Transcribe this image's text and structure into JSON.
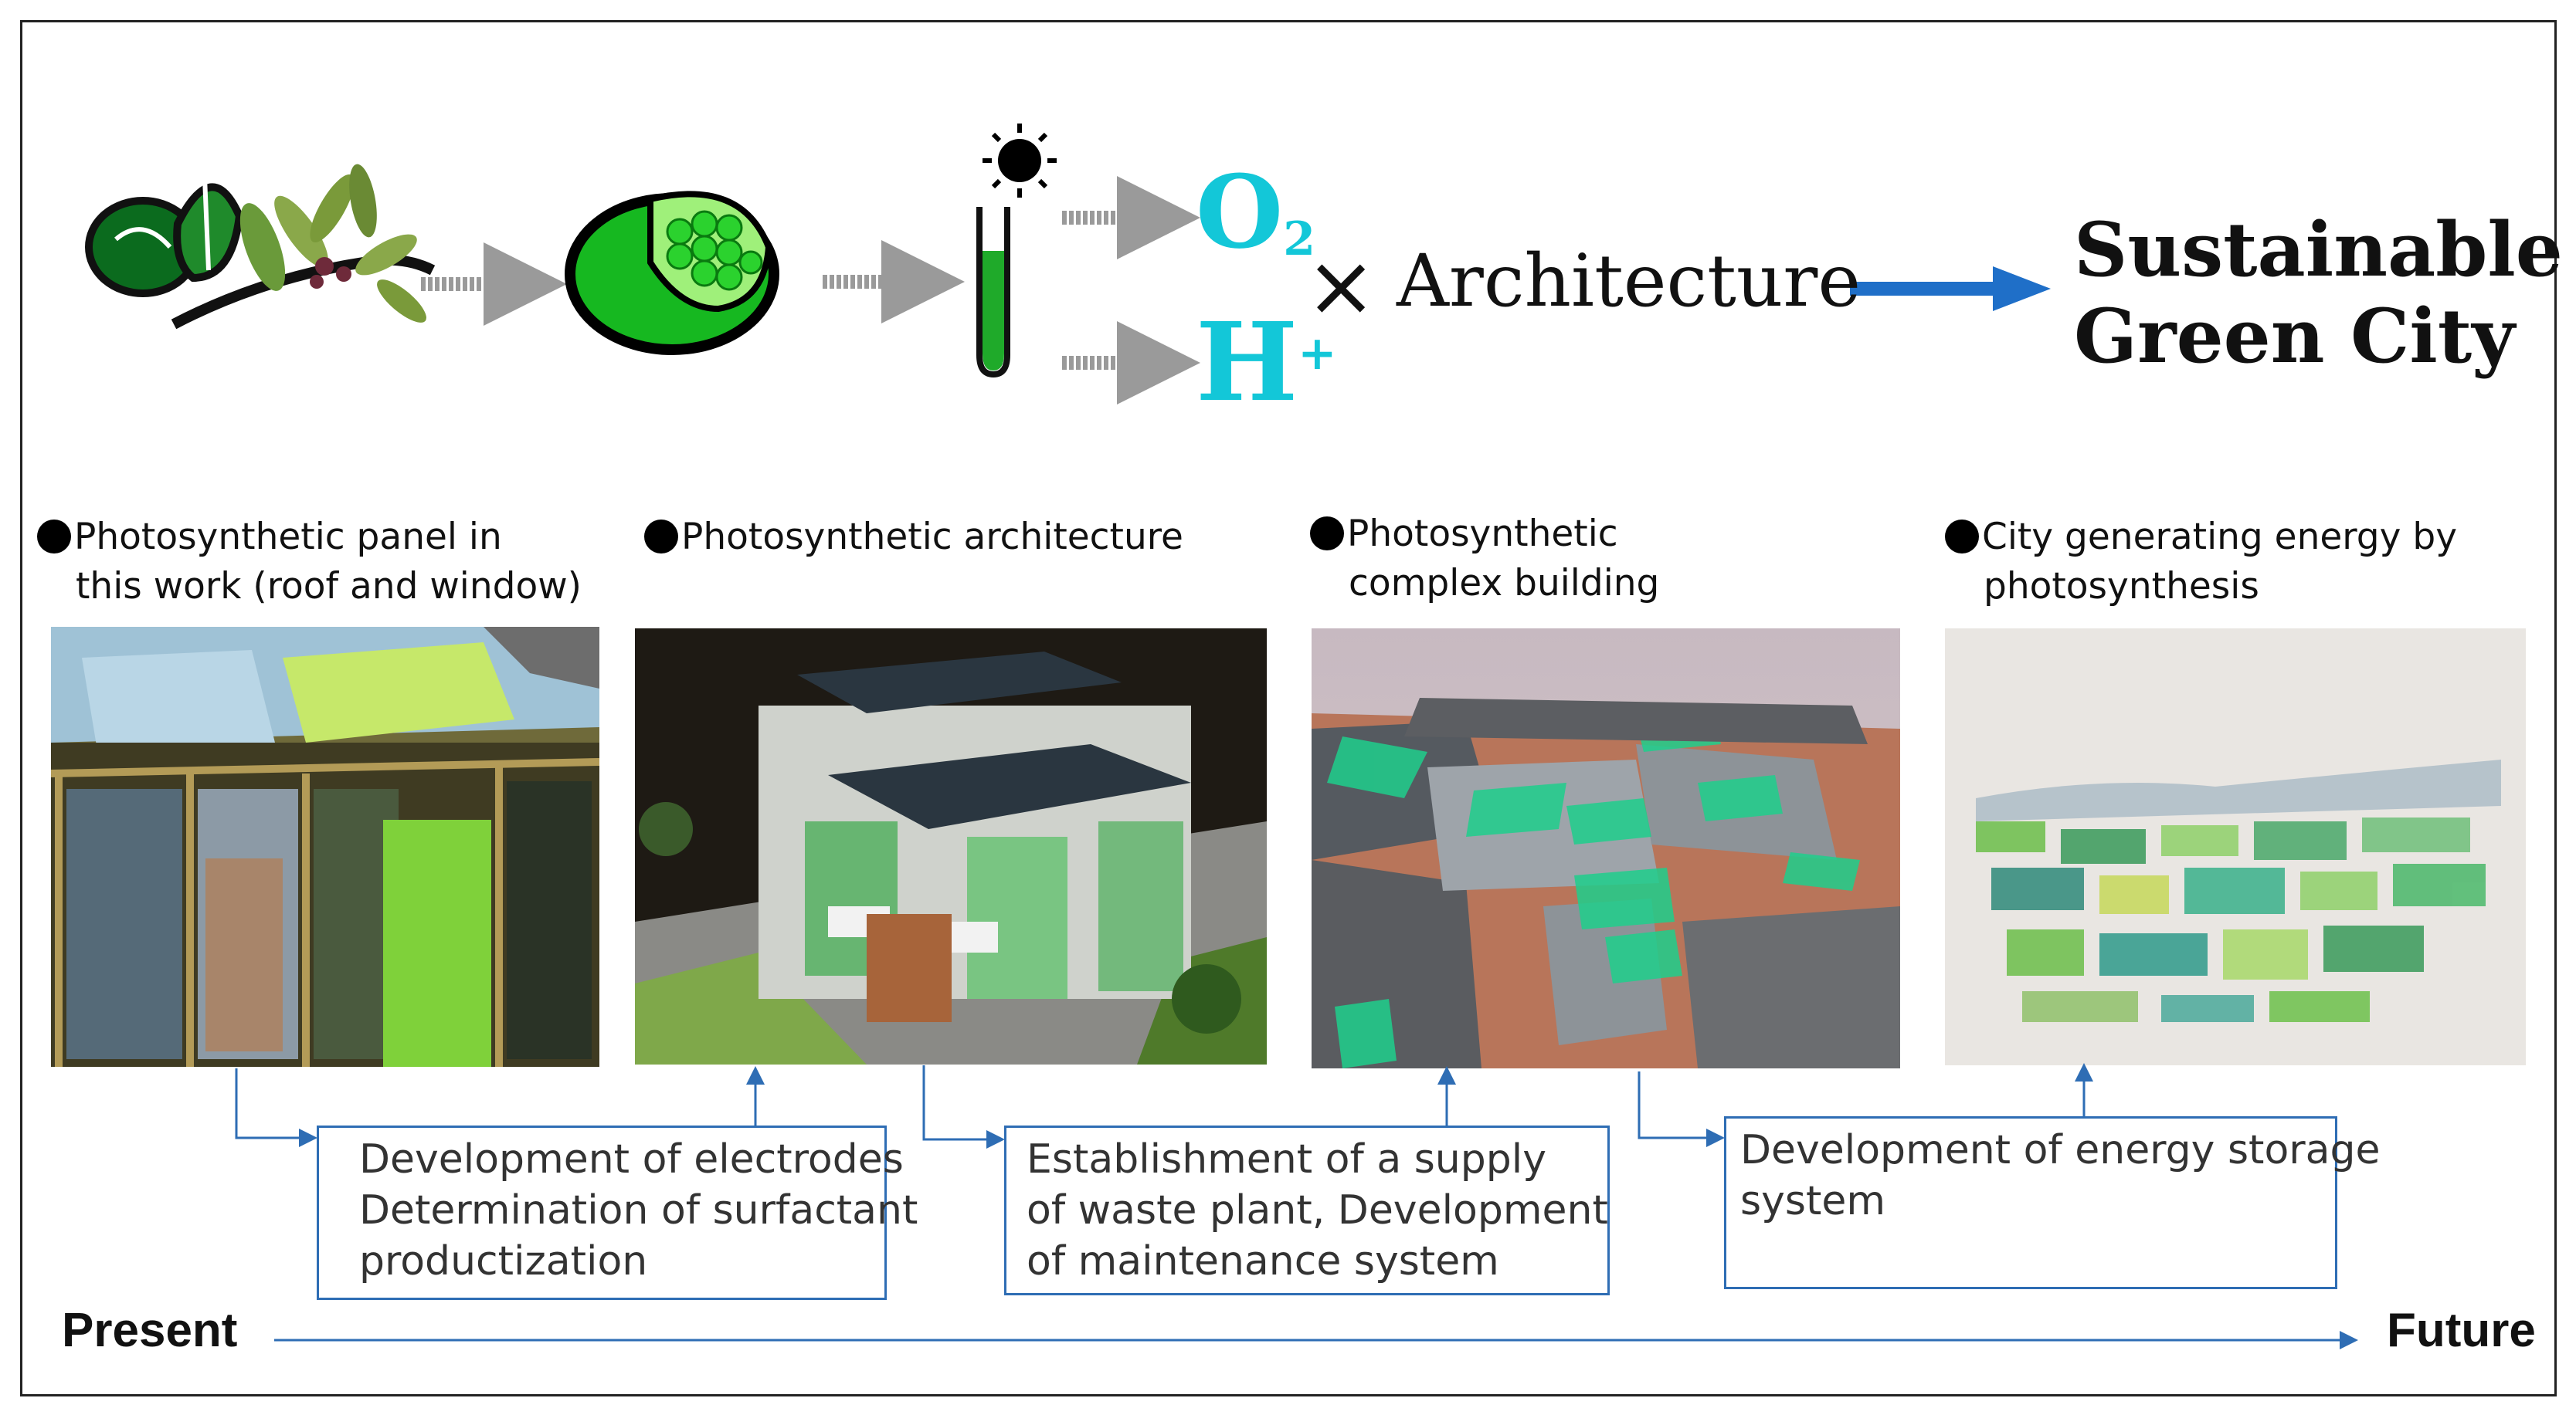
{
  "top_flow": {
    "o2_symbol": "O",
    "o2_subscript": "2",
    "h_symbol": "H",
    "h_superscript": "+",
    "times_symbol": "×",
    "architecture_label": "Architecture",
    "result_line1": "Sustainable",
    "result_line2": "Green City",
    "icons": [
      "leaves-icon",
      "chloroplast-icon",
      "sun-icon",
      "test-tube-icon"
    ],
    "colors": {
      "product_text": "#13c7d8",
      "result_arrow": "#1f6fc8",
      "gray_arrow": "#9a9a9a",
      "chloroplast": "#16b820"
    }
  },
  "stages": [
    {
      "title_line1": "Photosynthetic panel in",
      "title_line2": "this work (roof and window)"
    },
    {
      "title_line1": "Photosynthetic architecture",
      "title_line2": ""
    },
    {
      "title_line1": "Photosynthetic",
      "title_line2": "complex building"
    },
    {
      "title_line1": "City generating energy by",
      "title_line2": "photosynthesis"
    }
  ],
  "tasks": [
    {
      "lines": [
        "Development of electrodes",
        "Determination of surfactant",
        "productization"
      ]
    },
    {
      "lines": [
        "Establishment of a supply",
        "of waste plant, Development",
        "of maintenance system"
      ]
    },
    {
      "lines": [
        "Development of energy storage",
        "system"
      ]
    }
  ],
  "timeline": {
    "start_label": "Present",
    "end_label": "Future",
    "color": "#2e6db4"
  }
}
